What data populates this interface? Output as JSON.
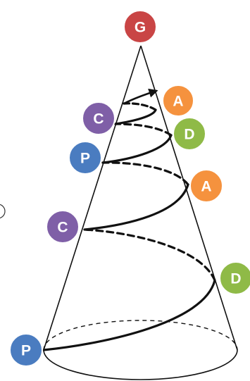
{
  "diagram": {
    "colors": {
      "G": "#c94545",
      "A": "#f5923e",
      "D": "#8fba47",
      "C": "#7f5fa7",
      "P": "#4a7cc0",
      "outline": "#111111",
      "node_border": "#ffffff"
    },
    "nodes": [
      {
        "id": "node-g",
        "label": "G",
        "color_key": "G"
      },
      {
        "id": "node-a-upper",
        "label": "A",
        "color_key": "A"
      },
      {
        "id": "node-c-upper",
        "label": "C",
        "color_key": "C"
      },
      {
        "id": "node-d-upper",
        "label": "D",
        "color_key": "D"
      },
      {
        "id": "node-p-upper",
        "label": "P",
        "color_key": "P"
      },
      {
        "id": "node-a-lower",
        "label": "A",
        "color_key": "A"
      },
      {
        "id": "node-c-lower",
        "label": "C",
        "color_key": "C"
      },
      {
        "id": "node-d-lower",
        "label": "D",
        "color_key": "D"
      },
      {
        "id": "node-p-lower",
        "label": "P",
        "color_key": "P"
      }
    ]
  }
}
